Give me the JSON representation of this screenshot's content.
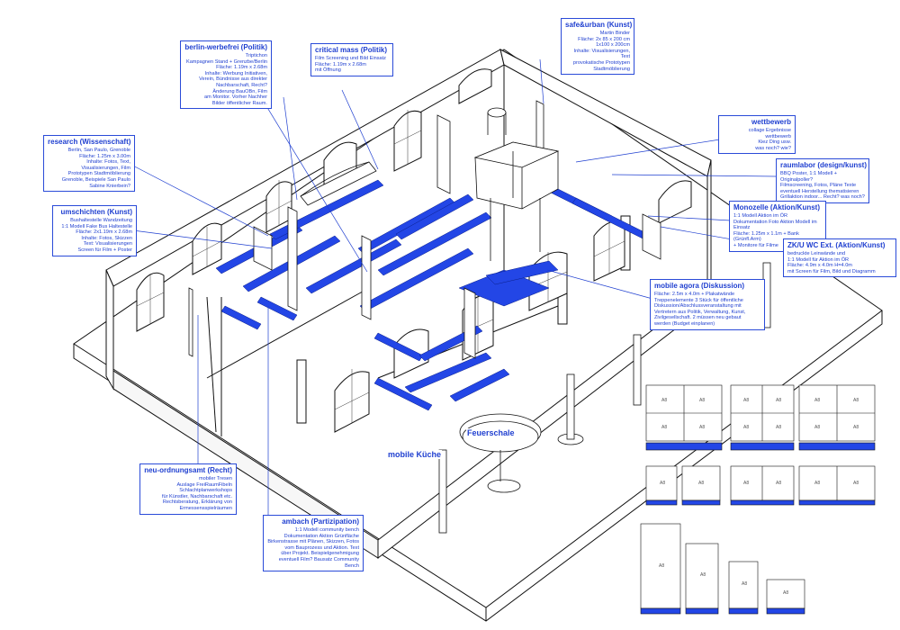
{
  "labels": {
    "berlin": {
      "title": "berlin-werbefrei (Politik)",
      "body": "Triptichon\nKampagnen Stand + Grenzbe/Berlin\nFläche: 1.19m x 2.68m\nInhalte: Werbung Initiativen,\nVerein, Bündnisse aus direkter\nNachbarschaft, Recht?\nÄnderung BauOBn, Film\nam Monitor. Vorher Nachher\nBilder öffentlicher Raum."
    },
    "critical": {
      "title": "critical mass (Politik)",
      "body": "Film Screening und Bild Einsatz\nFläche: 1.19m x 2.68m\nmit Öffnung"
    },
    "safe": {
      "title": "safe&urban (Kunst)",
      "body": "Martin Binder\nFläche: 2x 85 x 200 cm\n1x100 x 200cm\nInhalte: Visualisierungen, Text\nprovokatische Prototypen\nStadtmöblierung"
    },
    "wettbewerb": {
      "title": "wettbewerb",
      "body": "collage Ergebnisse wettbewerb\nKiez Ding usw.\nwas noch? wie?"
    },
    "raumlabor": {
      "title": "raumlabor (design/kunst)",
      "body": "BBQ Poster, 1:1 Modell + Originalpoller?\nFilmscreening, Fotos, Pläne Texte\neventuell Herstellung thematisieren\nGrillaktion indoor... Recht? was noch?"
    },
    "monozelle": {
      "title": "Monozelle (Aktion/Kunst)",
      "body": "1:1 Modell Aktion im ÖR\nDokumentation Foto Aktion Modell im Einsatz\nFläche: 1.25m x 1.1m + Bank (Grünfl.Arm)\n+ Monitore für Filme"
    },
    "zku": {
      "title": "ZK/U WC Ext. (Aktion/Kunst)",
      "body": "bedruckte Leinwände und\n1:1 Modell für Aktion im ÖR\nFläche: 4.9m x 4.0m H=4.0m\nmit Screen für Film, Bild und Diagramm"
    },
    "agora": {
      "title": "mobile agora (Diskussion)",
      "body": "Fläche: 2.5m x 4.0m + Plakatwände\nTreppenelemente 3 Stück für öffentliche\nDiskussion/Abschlussveranstaltung mit\nVertretern aus Politik, Verwaltung, Kunst,\nZivilgesellschaft. 2 müssen neu gebaut\nwerden (Budget einplanen)"
    },
    "research": {
      "title": "research (Wissenschaft)",
      "body": "Berlin, San Paulo, Grenoble\nFläche: 1.25m x 3.00m\nInhalte: Fotos, Text,\nVisualisierungen, Film\nPrototypen Stadtmöblierung\nGrenoble, Beispiele San Paulo\nSabine Knierbein?"
    },
    "umschichten": {
      "title": "umschichten (Kunst)",
      "body": "Bushaltestelle Wandzeitung\n1:1 Modell Fake Bus Haltestelle\nFläche: 2x1.19m x 2.68m\nInhalte: Fotos, Skizzen\nText: Visualisierungen\nScreen für Film + Poster"
    },
    "neu": {
      "title": "neu-ordnungsamt (Recht)",
      "body": "mobiler Tresen\nAuslage FreiRaumFibeln\nSchlachtplanwerkshops\nfür Künstler, Nachbarschaft etc.\nRechtsberatung, Erklärung von\nErmessensspielräumen"
    },
    "ambach": {
      "title": "ambach (Partizipation)",
      "body": "1:1 Modell community bench\nDokumentation Aktion Grünfläche\nBirkenstrasse mit Plänen, Skizzen, Fotos\nvom Bauprozess und Aktion. Text\nüber Projekt. Beispielgenehmigung\neventuell Film? Bausatz Community Bench"
    }
  },
  "free_labels": {
    "feuerschale": "Feuerschale",
    "kueche": "mobile Küche"
  },
  "panel_tag": "A8",
  "colors": {
    "line": "#111111",
    "accent": "#1f3fd0",
    "block": "#2346e6",
    "paper": "#ffffff"
  }
}
